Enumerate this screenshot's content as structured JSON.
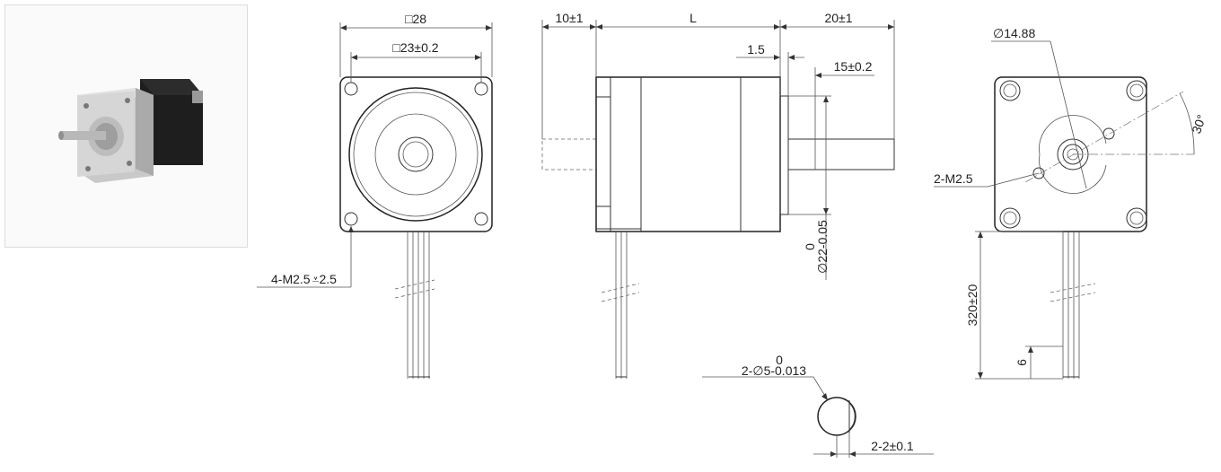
{
  "photo": {
    "icon": "stepper-motor-icon"
  },
  "front_view": {
    "outer_square": "□28",
    "hole_pitch": "□23±0.2",
    "mount_holes": "4-M2.5",
    "hole_depth": "2.5"
  },
  "side_view": {
    "rear_shaft": "10±1",
    "body_length": "L",
    "front_shaft": "20±1",
    "boss_height": "1.5",
    "flat_length": "15±0.2",
    "boss_dia_upper": "0",
    "boss_dia_lower": "∅22-0.05"
  },
  "rear_view": {
    "circle_dia": "∅14.88",
    "screw_holes": "2-M2.5",
    "angle": "30°",
    "lead_length": "320±20",
    "strip_length": "6"
  },
  "shaft_detail": {
    "tol_upper": "0",
    "shaft_dia": "2-∅5-0.013",
    "flat_depth": "2-2±0.1"
  }
}
